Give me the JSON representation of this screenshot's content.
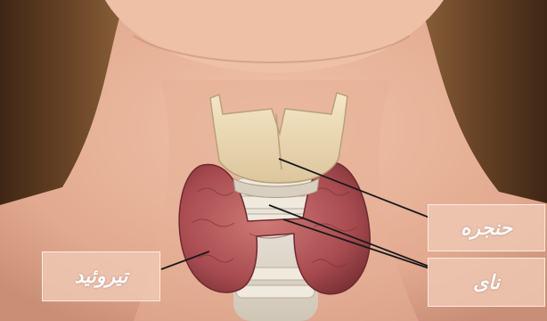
{
  "labels": {
    "larynx": "حنجره",
    "trachea": "نای",
    "thyroid": "تیروئید"
  },
  "colors": {
    "skin": "#e7b49b",
    "skin_shadow": "#c98f76",
    "hair": "#5b3b22",
    "thyroid": "#b5565a",
    "cartilage": "#eedcb8",
    "trachea_ring": "#e6e0d4",
    "label_bg": "#eec6b2",
    "leader_line": "#1a1a1a"
  }
}
